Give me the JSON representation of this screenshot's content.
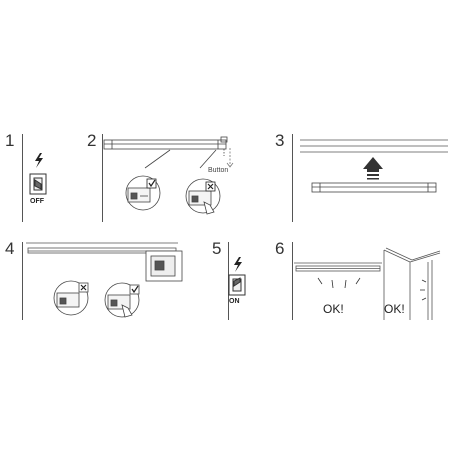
{
  "steps": [
    {
      "number": "1",
      "switch_label": "OFF"
    },
    {
      "number": "2",
      "button_label": "Button"
    },
    {
      "number": "3"
    },
    {
      "number": "4"
    },
    {
      "number": "5",
      "switch_label": "ON"
    },
    {
      "number": "6",
      "ok_left": "OK!",
      "ok_right": "OK!"
    }
  ],
  "icons": [
    "lightning-icon",
    "wall-switch-icon",
    "check-icon",
    "cross-icon",
    "up-arrow-icon",
    "hand-icon"
  ]
}
